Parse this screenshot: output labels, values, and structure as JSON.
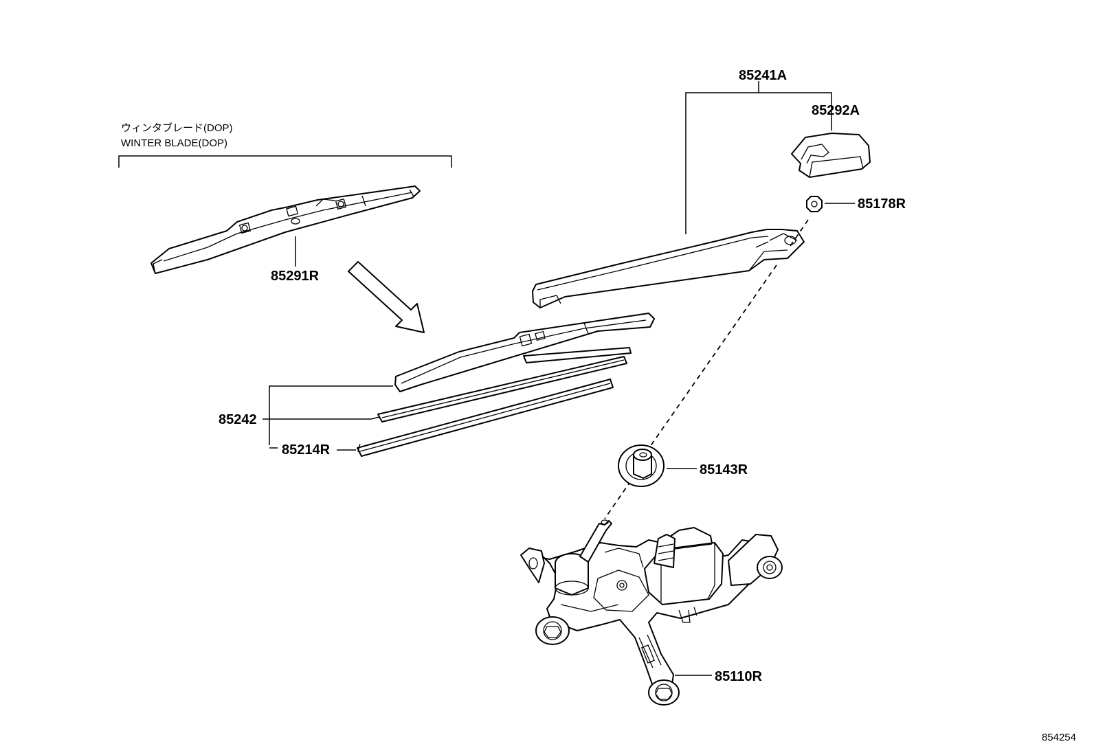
{
  "caption": {
    "jp": "ウィンタブレード(DOP)",
    "en": "WINTER BLADE(DOP)"
  },
  "parts": {
    "arm_assy": "85241A",
    "cap": "85292A",
    "nut": "85178R",
    "winter_blade": "85291R",
    "blade_assy": "85242",
    "blade_rubber": "85214R",
    "seal": "85143R",
    "motor": "85110R"
  },
  "illustration_code": "854254"
}
